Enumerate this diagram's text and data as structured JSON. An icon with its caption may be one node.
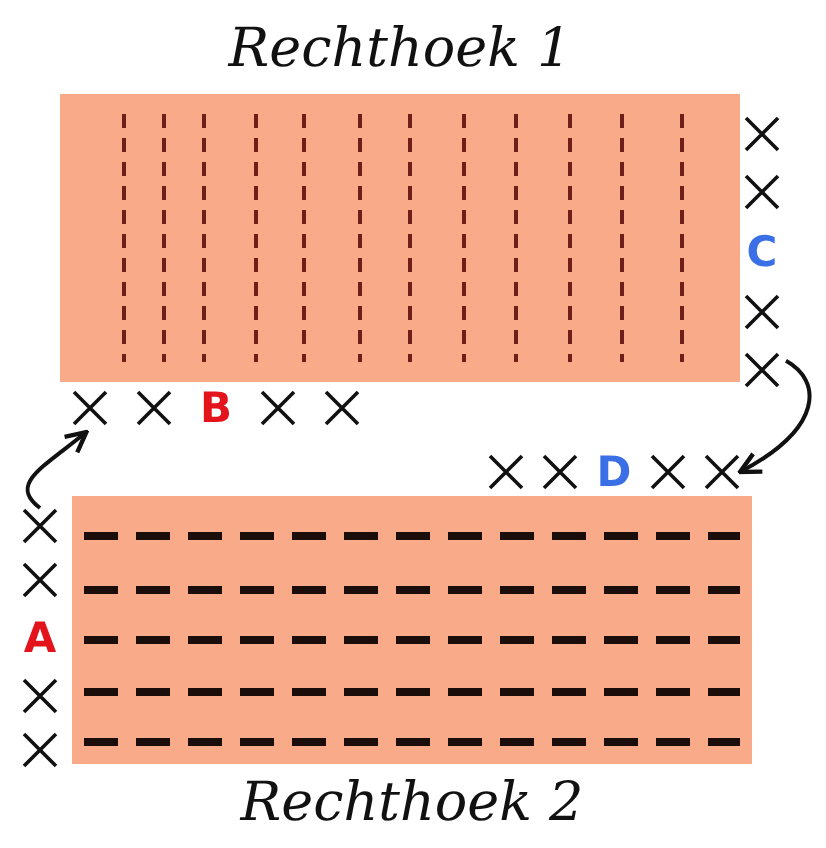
{
  "diagram": {
    "nodes": [
      {
        "text": [
          "Rechthoek 1"
        ]
      },
      {
        "text": [
          "C"
        ]
      },
      {
        "text": [
          "B"
        ]
      },
      {
        "text": [
          "D"
        ]
      },
      {
        "text": [
          "A"
        ]
      },
      {
        "text": [
          "Rechthoek 2"
        ]
      }
    ],
    "edges": [
      {
        "from": 1,
        "to": 3,
        "arrow": "to"
      },
      {
        "from": 4,
        "to": 2,
        "arrow": "to"
      }
    ]
  }
}
